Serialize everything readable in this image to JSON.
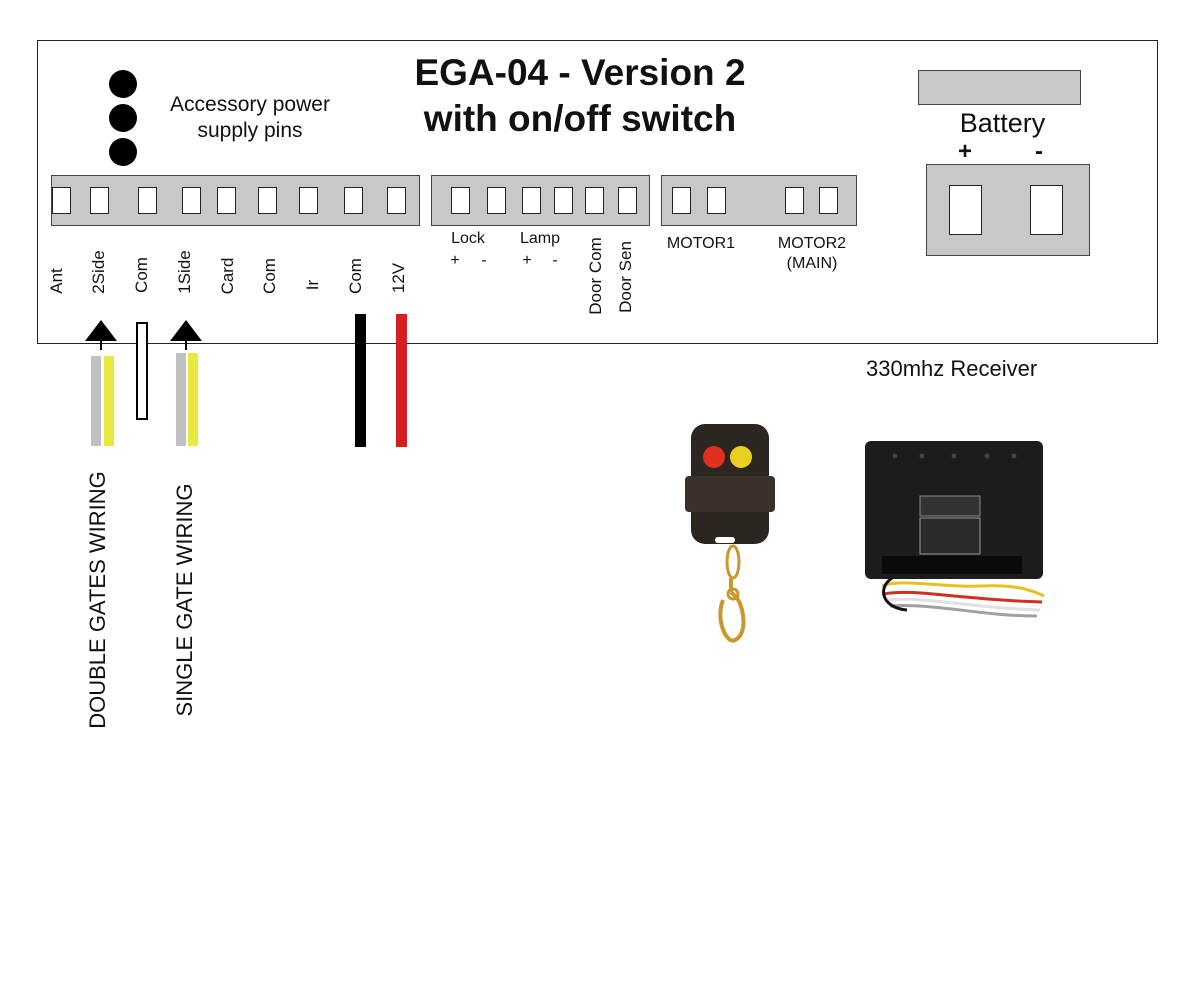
{
  "title": {
    "line1": "EGA-04 - Version 2",
    "line2": "with on/off switch"
  },
  "accessory": {
    "line1": "Accessory power",
    "line2": "supply pins"
  },
  "terminals_left": [
    "Ant",
    "2Side",
    "Com",
    "1Side",
    "Card",
    "Com",
    "Ir",
    "Com",
    "12V"
  ],
  "lock": {
    "label": "Lock",
    "plus": "+",
    "minus": "-"
  },
  "lamp": {
    "label": "Lamp",
    "plus": "+",
    "minus": "-"
  },
  "door": {
    "com": "Door Com",
    "sen": "Door Sen"
  },
  "motor1": {
    "label": "MOTOR1"
  },
  "motor2": {
    "line1": "MOTOR2",
    "line2": "(MAIN)"
  },
  "battery": {
    "label": "Battery",
    "plus": "+",
    "minus": "-"
  },
  "wiring": {
    "double": "DOUBLE GATES WIRING",
    "single": "SINGLE  GATE WIRING"
  },
  "receiver": {
    "label": "330mhz Receiver"
  },
  "colors": {
    "strip": "#c8c8c8",
    "wire_grey": "#c0c0c0",
    "wire_yellow": "#e8e840",
    "wire_black": "#000000",
    "wire_red": "#d42020",
    "remote_red_button": "#e03020",
    "remote_yellow_button": "#e8d020"
  }
}
